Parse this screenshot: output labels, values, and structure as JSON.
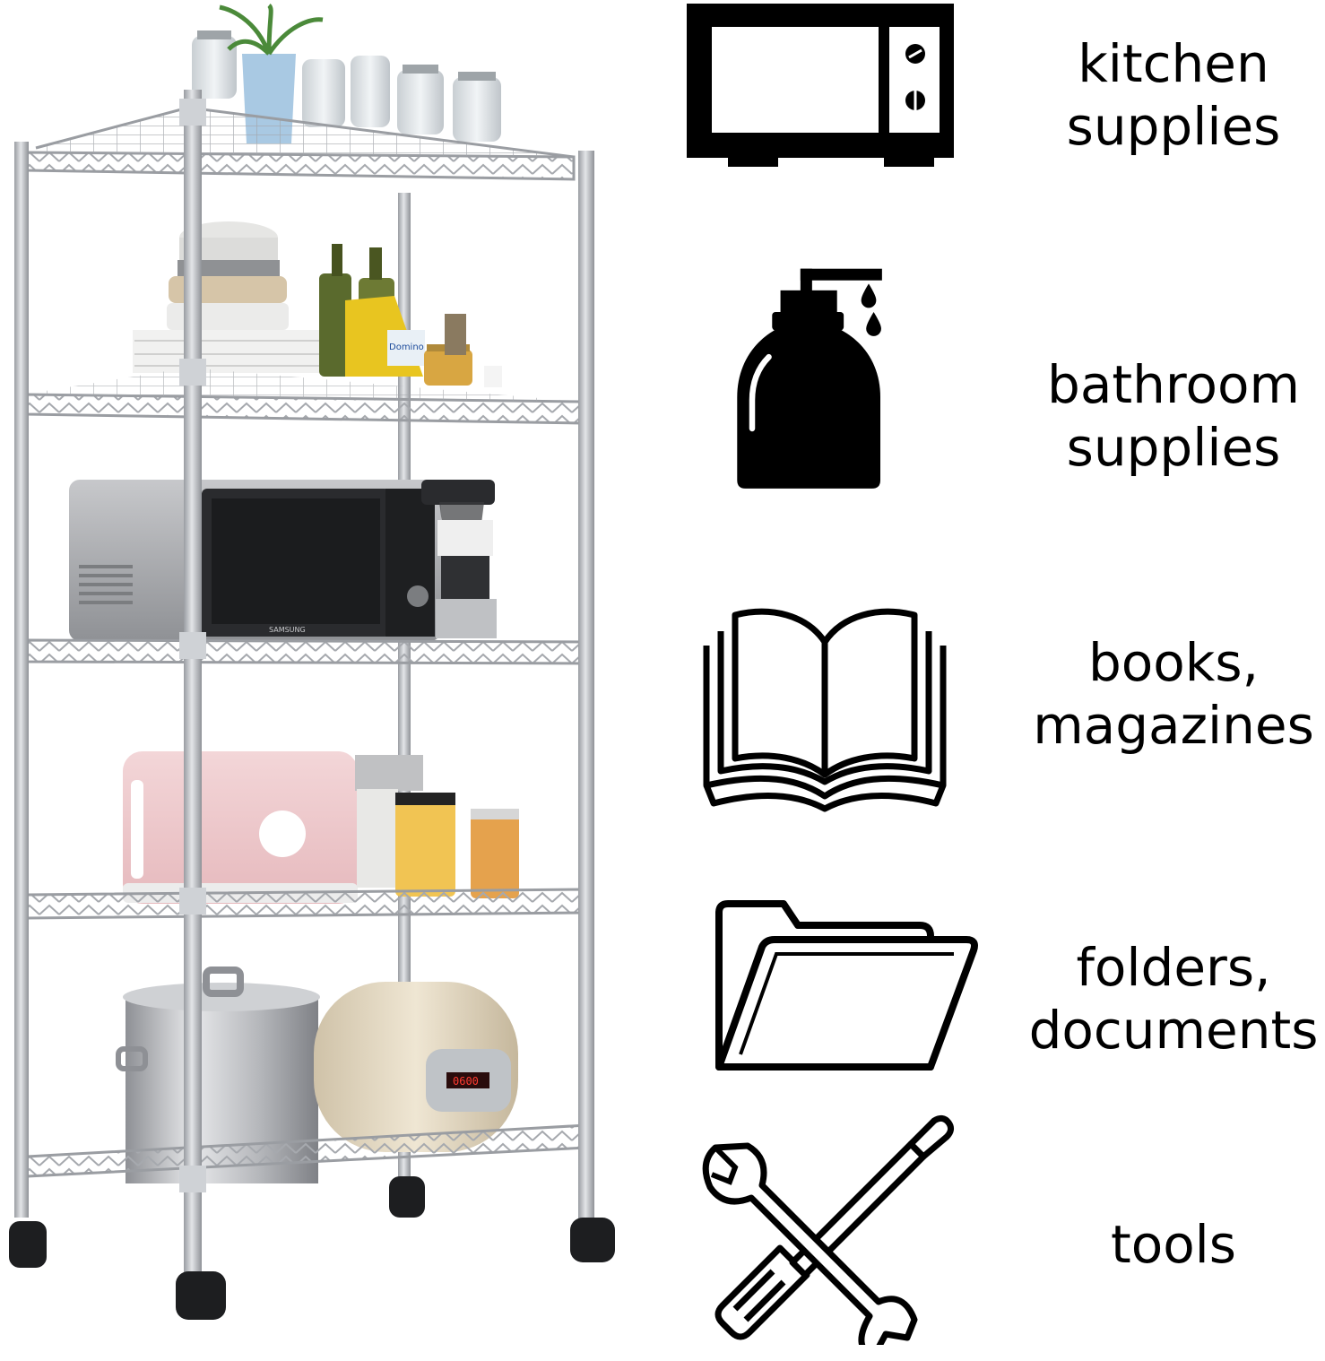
{
  "colors": {
    "icon": "#000000",
    "rack_chrome": "#b9bcc1",
    "rack_dark": "#8d9096",
    "background": "#ffffff"
  },
  "usages": [
    {
      "icon": "microwave-icon",
      "lines": [
        "kitchen",
        "supplies"
      ]
    },
    {
      "icon": "soap-dispenser-icon",
      "lines": [
        "bathroom",
        "supplies"
      ]
    },
    {
      "icon": "open-book-icon",
      "lines": [
        "books,",
        "magazines"
      ]
    },
    {
      "icon": "folder-icon",
      "lines": [
        "folders,",
        "documents"
      ]
    },
    {
      "icon": "tools-icon",
      "lines": [
        "tools"
      ]
    }
  ],
  "appliance_text": {
    "microwave_brand": "SAMSUNG",
    "rice_cooker_display": "0600",
    "salt_box": "Domino"
  }
}
